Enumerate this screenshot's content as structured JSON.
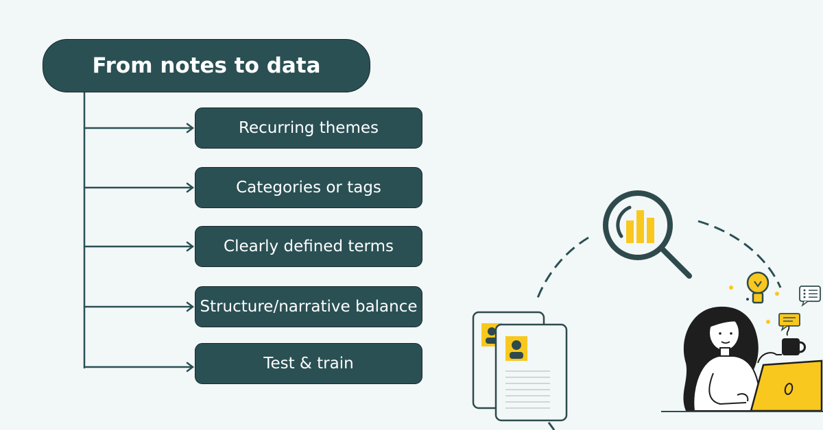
{
  "diagram": {
    "title": "From notes to data",
    "items": [
      {
        "label": "Recurring themes"
      },
      {
        "label": "Categories or tags"
      },
      {
        "label": "Clearly defined terms"
      },
      {
        "label": "Structure/narrative balance"
      },
      {
        "label": "Test & train"
      }
    ]
  },
  "colors": {
    "box_fill": "#2a5054",
    "box_border": "#17282b",
    "background": "#f2f7f7",
    "accent_yellow": "#f9c81f",
    "line": "#2a5054"
  },
  "icons": [
    "magnifier-chart-icon",
    "document-profile-icon",
    "lightbulb-icon",
    "checklist-bubble-icon",
    "chat-bubble-icon",
    "coffee-mug-icon",
    "laptop-icon",
    "person-illustration"
  ]
}
